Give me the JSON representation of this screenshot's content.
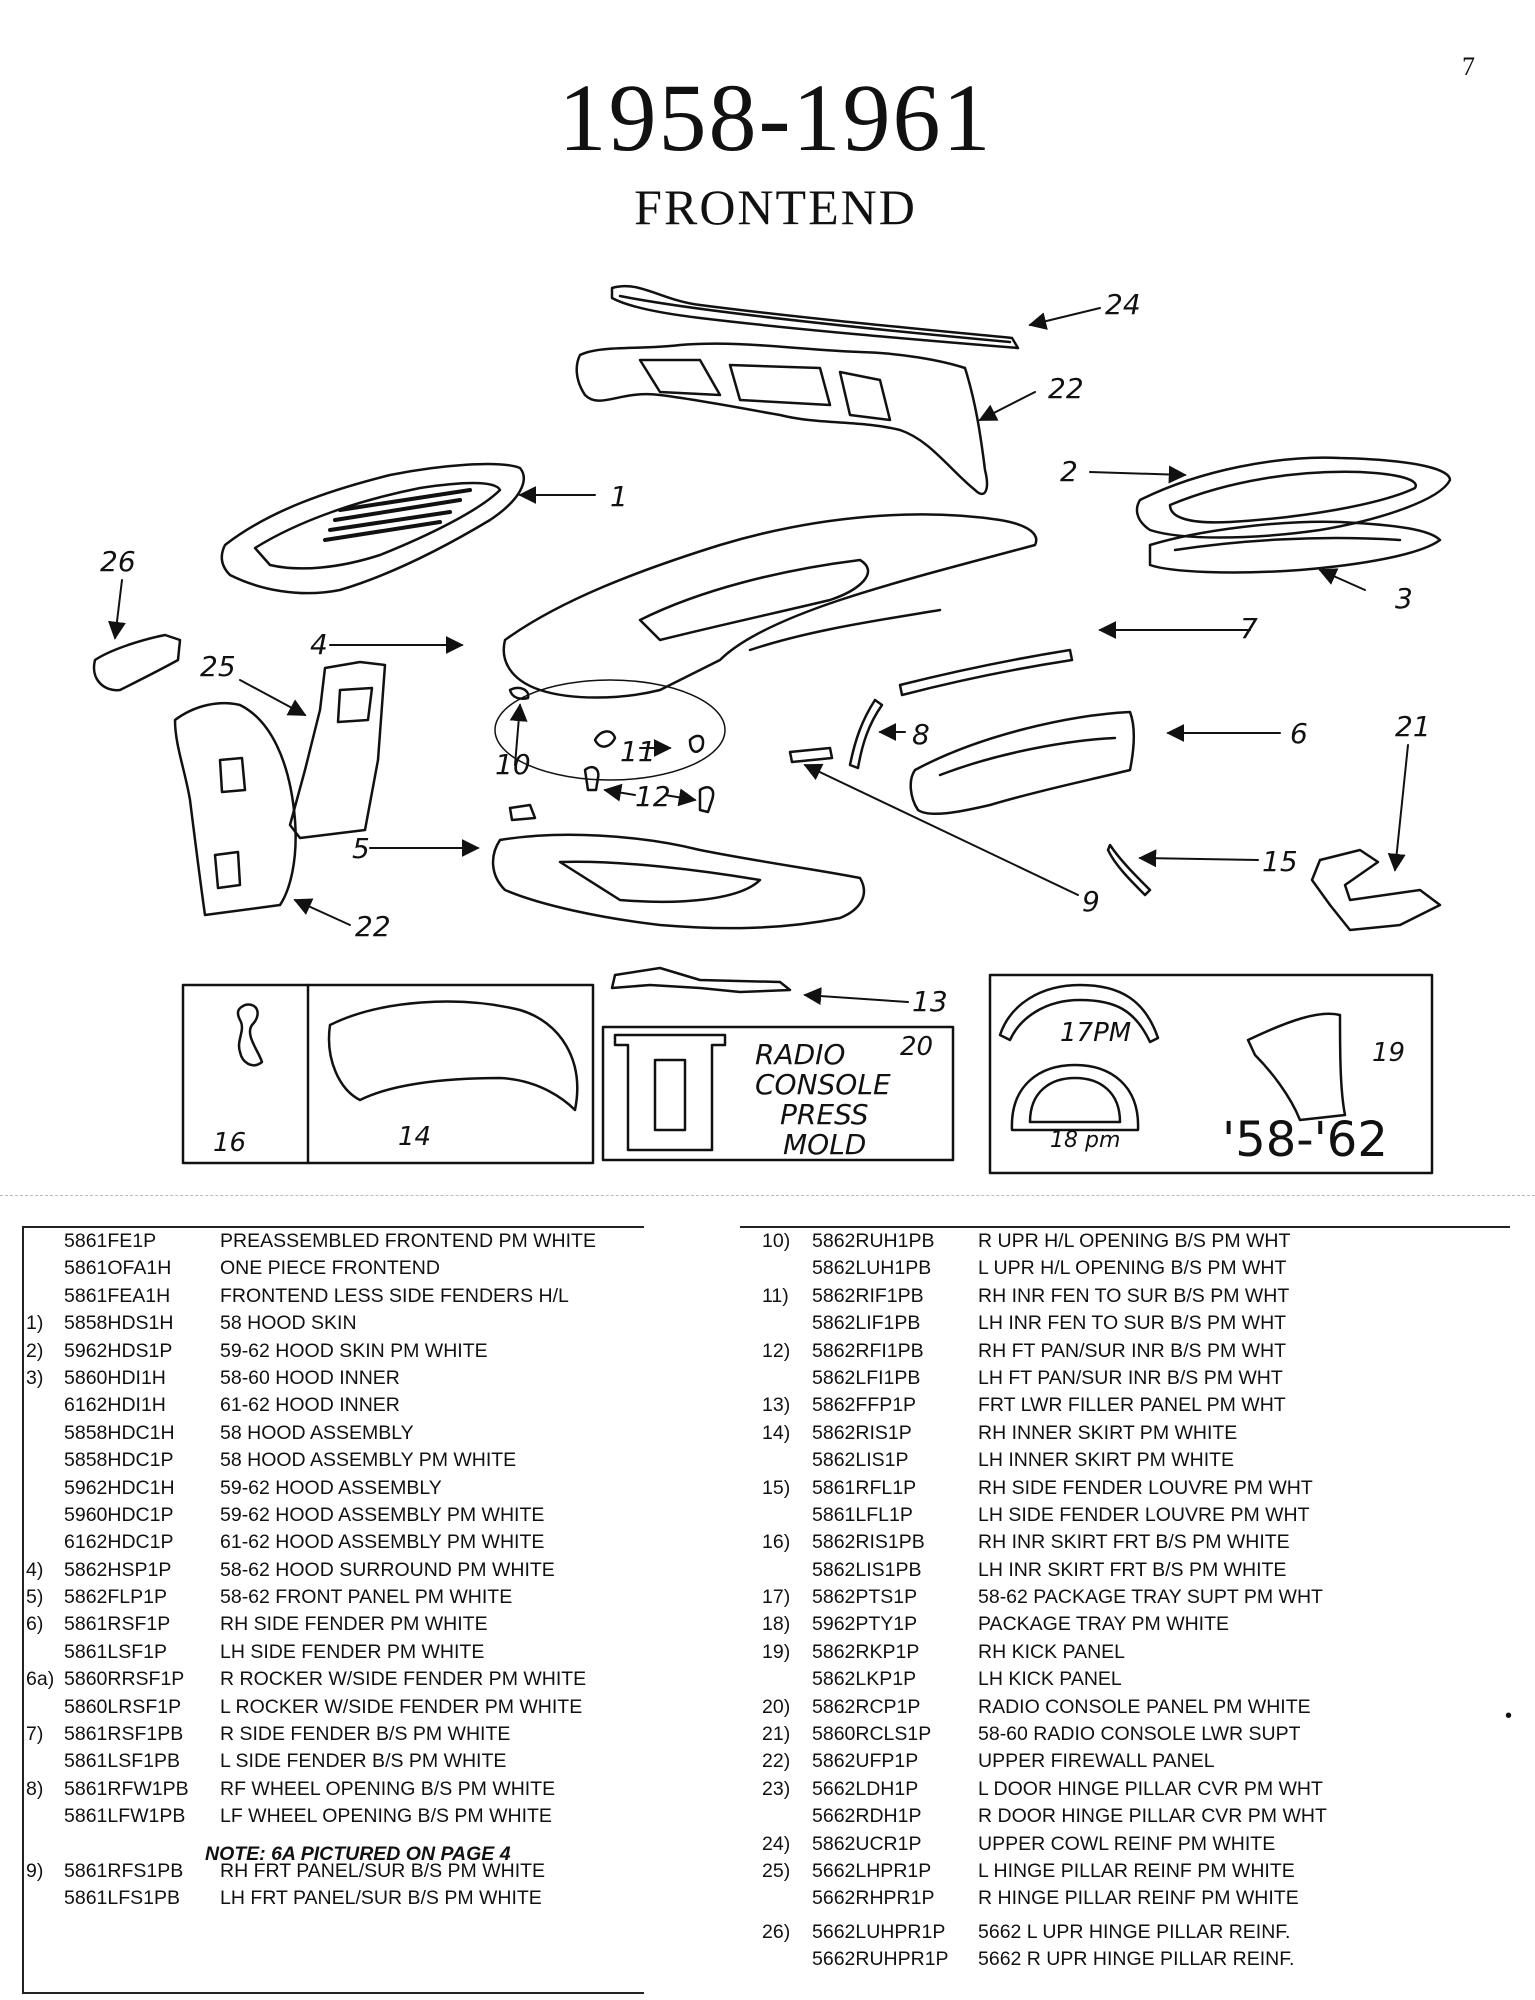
{
  "page_number": "7",
  "title": "1958-1961",
  "subtitle": "FRONTEND",
  "callouts": [
    "24",
    "22",
    "2",
    "1",
    "26",
    "4",
    "7",
    "3",
    "25",
    "11",
    "8",
    "6",
    "21",
    "10",
    "12",
    "5",
    "15",
    "9",
    "22",
    "13"
  ],
  "insets": {
    "left": [
      "16",
      "14"
    ],
    "radio": {
      "number": "20",
      "lines": [
        "RADIO",
        "CONSOLE",
        "PRESS",
        "MOLD"
      ]
    },
    "right": [
      "17PM",
      "19",
      "18 pm",
      "'58-'62"
    ]
  },
  "left_list": [
    {
      "num": "",
      "code": "5861FE1P",
      "desc": "PREASSEMBLED FRONTEND PM WHITE"
    },
    {
      "num": "",
      "code": "5861OFA1H",
      "desc": "ONE PIECE FRONTEND"
    },
    {
      "num": "",
      "code": "5861FEA1H",
      "desc": "FRONTEND LESS SIDE FENDERS  H/L"
    },
    {
      "num": "1)",
      "code": "5858HDS1H",
      "desc": "58 HOOD SKIN"
    },
    {
      "num": "2)",
      "code": "5962HDS1P",
      "desc": "59-62 HOOD SKIN PM WHITE"
    },
    {
      "num": "3)",
      "code": "5860HDI1H",
      "desc": "58-60 HOOD INNER"
    },
    {
      "num": "",
      "code": "6162HDI1H",
      "desc": "61-62 HOOD INNER"
    },
    {
      "num": "",
      "code": "5858HDC1H",
      "desc": "58 HOOD ASSEMBLY"
    },
    {
      "num": "",
      "code": "5858HDC1P",
      "desc": "58 HOOD ASSEMBLY PM WHITE"
    },
    {
      "num": "",
      "code": "5962HDC1H",
      "desc": "59-62 HOOD ASSEMBLY"
    },
    {
      "num": "",
      "code": "5960HDC1P",
      "desc": "59-62 HOOD ASSEMBLY PM WHITE"
    },
    {
      "num": "",
      "code": "6162HDC1P",
      "desc": "61-62 HOOD ASSEMBLY PM WHITE"
    },
    {
      "num": "4)",
      "code": "5862HSP1P",
      "desc": "58-62 HOOD SURROUND PM WHITE"
    },
    {
      "num": "5)",
      "code": "5862FLP1P",
      "desc": "58-62 FRONT PANEL PM WHITE"
    },
    {
      "num": "6)",
      "code": "5861RSF1P",
      "desc": "RH SIDE FENDER PM WHITE"
    },
    {
      "num": "",
      "code": "5861LSF1P",
      "desc": "LH SIDE FENDER PM WHITE"
    },
    {
      "num": "6a)",
      "code": "5860RRSF1P",
      "desc": "R ROCKER W/SIDE FENDER PM WHITE"
    },
    {
      "num": "",
      "code": "5860LRSF1P",
      "desc": "L ROCKER W/SIDE FENDER PM WHITE"
    },
    {
      "num": "7)",
      "code": "5861RSF1PB",
      "desc": "R SIDE FENDER B/S PM WHITE"
    },
    {
      "num": "",
      "code": "5861LSF1PB",
      "desc": "L SIDE FENDER B/S PM WHITE"
    },
    {
      "num": "8)",
      "code": "5861RFW1PB",
      "desc": "RF WHEEL OPENING B/S PM WHITE"
    },
    {
      "num": "",
      "code": "5861LFW1PB",
      "desc": "LF WHEEL OPENING B/S PM WHITE"
    },
    {
      "num": "",
      "code": "",
      "desc": ""
    },
    {
      "num": "9)",
      "code": "5861RFS1PB",
      "desc": "RH FRT PANEL/SUR B/S PM WHITE"
    },
    {
      "num": "",
      "code": "5861LFS1PB",
      "desc": "LH FRT PANEL/SUR B/S PM WHITE"
    }
  ],
  "note": "NOTE: 6A PICTURED ON PAGE 4",
  "right_list": [
    {
      "num": "10)",
      "code": "5862RUH1PB",
      "desc": "R UPR H/L OPENING B/S PM WHT"
    },
    {
      "num": "",
      "code": "5862LUH1PB",
      "desc": "L UPR H/L OPENING B/S PM WHT"
    },
    {
      "num": "11)",
      "code": "5862RIF1PB",
      "desc": "RH INR FEN TO SUR B/S PM WHT"
    },
    {
      "num": "",
      "code": "5862LIF1PB",
      "desc": "LH INR FEN TO SUR B/S PM WHT"
    },
    {
      "num": "12)",
      "code": "5862RFI1PB",
      "desc": "RH FT PAN/SUR INR B/S PM WHT"
    },
    {
      "num": "",
      "code": "5862LFI1PB",
      "desc": "LH FT PAN/SUR INR B/S PM WHT"
    },
    {
      "num": "13)",
      "code": "5862FFP1P",
      "desc": "FRT LWR FILLER PANEL PM WHT"
    },
    {
      "num": "14)",
      "code": "5862RIS1P",
      "desc": "RH INNER SKIRT PM WHITE"
    },
    {
      "num": "",
      "code": "5862LIS1P",
      "desc": "LH INNER SKIRT PM WHITE"
    },
    {
      "num": "15)",
      "code": "5861RFL1P",
      "desc": "RH SIDE FENDER LOUVRE PM WHT"
    },
    {
      "num": "",
      "code": "5861LFL1P",
      "desc": "LH SIDE FENDER LOUVRE PM WHT"
    },
    {
      "num": "16)",
      "code": "5862RIS1PB",
      "desc": "RH INR SKIRT FRT B/S PM WHITE"
    },
    {
      "num": "",
      "code": "5862LIS1PB",
      "desc": "LH INR SKIRT FRT B/S PM WHITE"
    },
    {
      "num": "17)",
      "code": "5862PTS1P",
      "desc": "58-62 PACKAGE TRAY SUPT PM WHT"
    },
    {
      "num": "18)",
      "code": "5962PTY1P",
      "desc": "PACKAGE TRAY PM WHITE"
    },
    {
      "num": "19)",
      "code": "5862RKP1P",
      "desc": "RH KICK PANEL"
    },
    {
      "num": "",
      "code": "5862LKP1P",
      "desc": "LH KICK PANEL"
    },
    {
      "num": "20)",
      "code": "5862RCP1P",
      "desc": "RADIO CONSOLE PANEL PM WHITE"
    },
    {
      "num": "21)",
      "code": "5860RCLS1P",
      "desc": "58-60 RADIO CONSOLE LWR SUPT"
    },
    {
      "num": "22)",
      "code": "5862UFP1P",
      "desc": "UPPER FIREWALL PANEL"
    },
    {
      "num": "23)",
      "code": "5662LDH1P",
      "desc": "L DOOR HINGE PILLAR CVR PM WHT"
    },
    {
      "num": "",
      "code": "5662RDH1P",
      "desc": "R DOOR HINGE PILLAR CVR PM WHT"
    },
    {
      "num": "24)",
      "code": "5862UCR1P",
      "desc": "UPPER COWL REINF PM WHITE"
    },
    {
      "num": "25)",
      "code": "5662LHPR1P",
      "desc": "L HINGE PILLAR REINF PM WHITE"
    },
    {
      "num": "",
      "code": "5662RHPR1P",
      "desc": "R HINGE PILLAR REINF PM WHITE"
    },
    {
      "num": "26)",
      "code": "5662LUHPR1P",
      "desc": "5662 L UPR HINGE PILLAR REINF."
    },
    {
      "num": "",
      "code": "5662RUHPR1P",
      "desc": "5662 R UPR HINGE PILLAR REINF."
    }
  ]
}
